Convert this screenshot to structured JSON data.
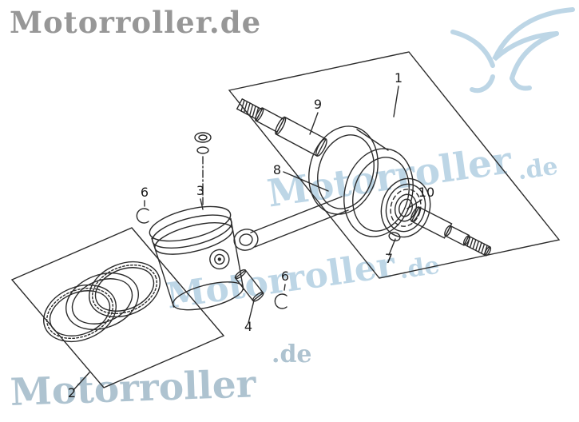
{
  "watermarks": {
    "top_left": "Motorroller.de",
    "center_text": "Motorroller",
    "center_de": ".de",
    "lower_text": "Motorroller",
    "lower_de": ".de",
    "bottom_text": "Motorroller",
    "bottom_de": ".de"
  },
  "part_labels": {
    "crankshaft_assembly": "1",
    "piston_ring_set": "2",
    "piston": "3",
    "piston_pin": "4",
    "circlip_left": "6",
    "circlip_right": "6",
    "thrust_washer": "7",
    "connecting_rod": "8",
    "crankshaft_end": "9",
    "ball_bearing": "10"
  },
  "colors": {
    "line_ink": "#2b2b2b",
    "watermark_gray": "#979797",
    "watermark_blue": "#bdd6e6"
  }
}
